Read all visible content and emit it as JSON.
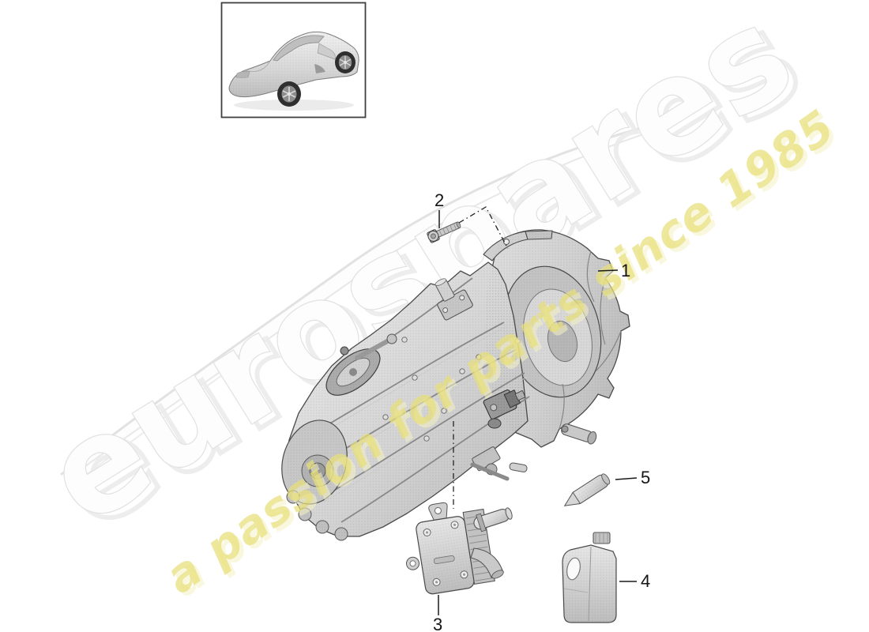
{
  "watermark": {
    "brand": "eurospares",
    "tagline": "a passion for parts since 1985"
  },
  "callouts": [
    {
      "label": "1"
    },
    {
      "label": "2"
    },
    {
      "label": "3"
    },
    {
      "label": "4"
    },
    {
      "label": "5"
    }
  ],
  "colors": {
    "callout_line": "#1a1a1a",
    "dash_line": "#222222",
    "diagram_stroke": "#4a4a4a",
    "brand_fill": "#fdfdfd",
    "brand_outline": "#e2e2e2",
    "tagline_fill": "#e8e07a",
    "tagline_shadow": "#f5f2c4",
    "swoosh_edge": "#e2e2e2"
  }
}
